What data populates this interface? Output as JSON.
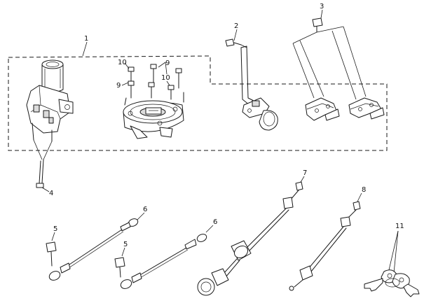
{
  "callouts": {
    "c1": "1",
    "c2": "2",
    "c3": "3",
    "c4": "4",
    "c5a": "5",
    "c5b": "5",
    "c6a": "6",
    "c6b": "6",
    "c7": "7",
    "c8": "8",
    "c9a": "9",
    "c9b": "9",
    "c10a": "10",
    "c10b": "10",
    "c11": "11"
  }
}
